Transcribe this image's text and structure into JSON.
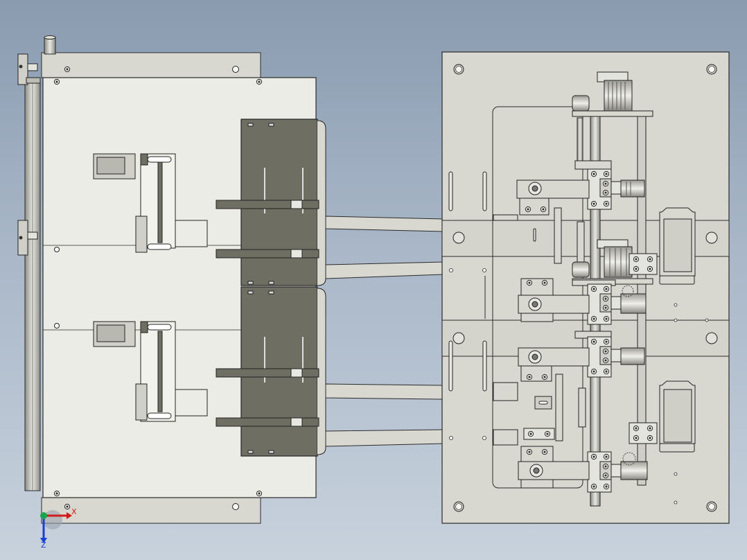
{
  "scene": {
    "view": "top-view",
    "colors": {
      "background_top": "#8a9bb0",
      "background_bottom": "#c8d2dd",
      "plate": "#d8d8d0",
      "plate_light": "#ecece6",
      "dark_block": "#6e6e63",
      "edge": "#2a2a2a",
      "rail": "#c9c9c0",
      "steel": "#b9b9b2"
    }
  },
  "triad": {
    "x_label": "X",
    "z_label": "Z",
    "x_color": "#d21b1b",
    "y_color": "#1fa34a",
    "z_color": "#1a3fd1"
  }
}
